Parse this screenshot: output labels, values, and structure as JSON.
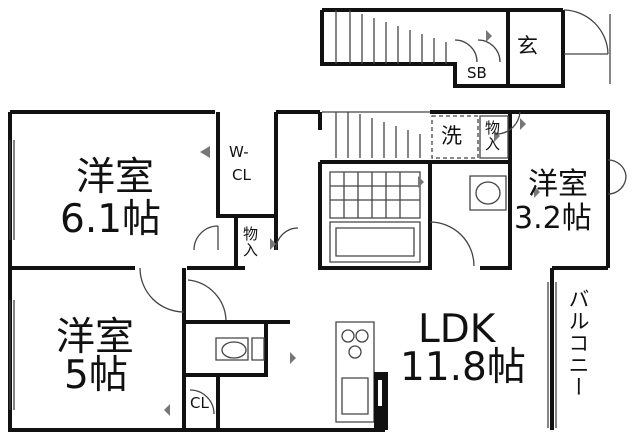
{
  "rooms": {
    "western_room_1": {
      "name": "洋室",
      "size": "6.1帖"
    },
    "western_room_2": {
      "name": "洋室",
      "size": "5帖"
    },
    "western_room_3": {
      "name": "洋室",
      "size": "3.2帖"
    },
    "ldk": {
      "name": "LDK",
      "size": "11.8帖"
    }
  },
  "labels": {
    "entrance": "玄",
    "shoe_box": "SB",
    "walk_in_closet_top": "W-",
    "walk_in_closet_bottom": "CL",
    "storage_1": "物入",
    "storage_2": "物入",
    "laundry": "洗",
    "closet": "CL",
    "balcony": "バルコニー"
  },
  "colors": {
    "wall": "#111111",
    "line": "#444444",
    "background": "#ffffff"
  }
}
